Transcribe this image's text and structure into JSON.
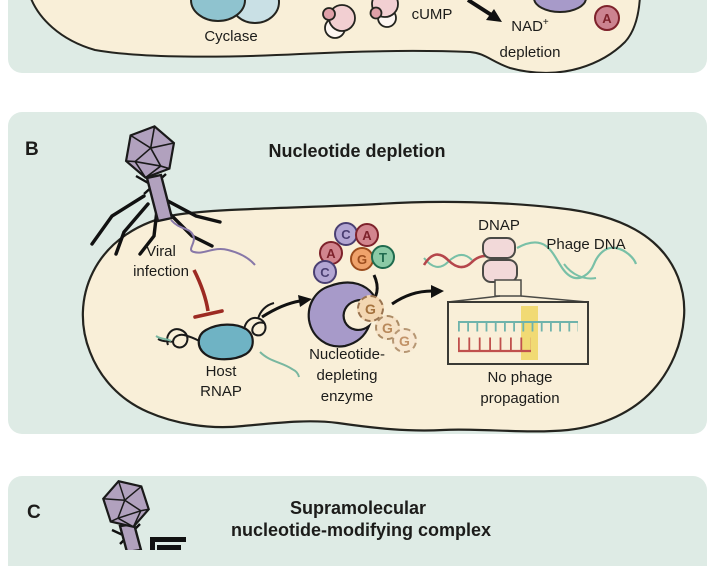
{
  "figure": {
    "type": "scientific-figure",
    "description": "Phage defense mechanisms schematic, panels A (partial), B and C"
  },
  "colors": {
    "band_mint": "#deebe5",
    "cell_cream": "#f9efd8",
    "outline_dark": "#24241f",
    "phage_purple": "#b1a1be",
    "enzyme_purple": "#a79ac9",
    "rnap_teal": "#6fb3c4",
    "cyclase_teal": "#8fc3cf",
    "cyclase_teal_light": "#c9e0e5",
    "dna_teal": "#79c0a7",
    "dna_red": "#b5464b",
    "inhibitor_red": "#9c2a22",
    "dnap_pink": "#f2d9d9",
    "highlight_yellow": "#f1da74",
    "comb_teal": "#6fb3ab",
    "comb_red": "#c0504d",
    "pink_molecule": "#f2cfd2",
    "pink_dot": "#dfa0a8"
  },
  "panel_a": {
    "labels": {
      "cyclase": "Cyclase",
      "cump": "cUMP",
      "nad": "NAD",
      "nad_sup": "+",
      "depletion": "depletion",
      "adenine": "A"
    },
    "adenine_badge": {
      "fill": "#cc8390",
      "ink": "#7e222b"
    }
  },
  "panel_b": {
    "panel_letter": "B",
    "title": "Nucleotide depletion",
    "viral_infection_line1": "Viral",
    "viral_infection_line2": "infection",
    "host_rnap_line1": "Host",
    "host_rnap_line2": "RNAP",
    "enzyme_line1": "Nucleotide-",
    "enzyme_line2": "depleting",
    "enzyme_line3": "enzyme",
    "dnap": "DNAP",
    "phage_dna": "Phage DNA",
    "no_phage_line1": "No phage",
    "no_phage_line2": "propagation",
    "nucleotides": [
      {
        "letter": "C",
        "fill": "#b3a6d3",
        "ink": "#4a3f72",
        "edge": "#4a3f72"
      },
      {
        "letter": "A",
        "fill": "#d2858e",
        "ink": "#7e222b",
        "edge": "#7e222b"
      },
      {
        "letter": "A",
        "fill": "#d2858e",
        "ink": "#7e222b",
        "edge": "#7e222b"
      },
      {
        "letter": "G",
        "fill": "#efa26b",
        "ink": "#9c4d1e",
        "edge": "#9c4d1e"
      },
      {
        "letter": "T",
        "fill": "#8bcaa6",
        "ink": "#1f6b4e",
        "edge": "#1f6b4e"
      },
      {
        "letter": "C",
        "fill": "#b3a6d3",
        "ink": "#4a3f72",
        "edge": "#4a3f72"
      }
    ],
    "g_products": [
      {
        "letter": "G",
        "fill": "#f3d7b2",
        "ink": "#a4723d",
        "edge": "#9a7450"
      },
      {
        "letter": "G",
        "fill": "#f6e2c6",
        "ink": "#b8885a",
        "edge": "#ab8a64"
      },
      {
        "letter": "G",
        "fill": "#f8e8d2",
        "ink": "#c29268",
        "edge": "#b69673"
      }
    ]
  },
  "panel_c": {
    "panel_letter": "C",
    "title_line1": "Supramolecular",
    "title_line2": "nucleotide-modifying complex"
  }
}
